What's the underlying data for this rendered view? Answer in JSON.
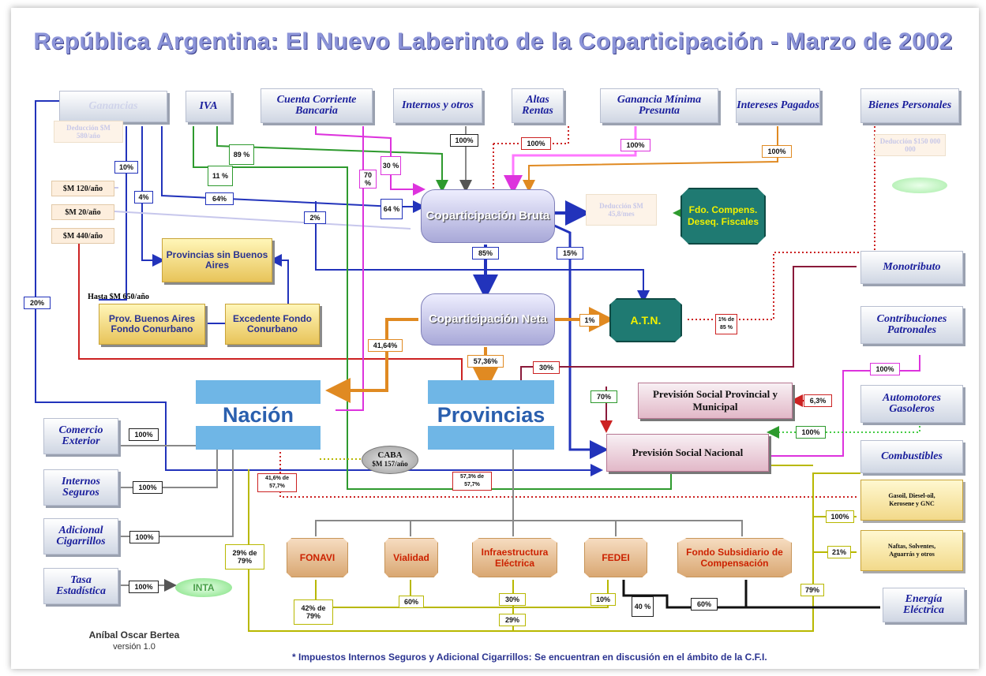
{
  "title": "República Argentina: El Nuevo Laberinto de la Coparticipación - Marzo de 2002",
  "taxes_top": {
    "ganancias": "Ganancias",
    "iva": "IVA",
    "cuenta_corriente": "Cuenta Corriente Bancaria",
    "internos": "Internos y otros",
    "altas_rentas": "Altas Rentas",
    "ganancia_minima": "Ganancia Mínima Presunta",
    "intereses": "Intereses Pagados",
    "bienes_personales": "Bienes Personales"
  },
  "ganancias_deduccion": "Deducción $M 580/año",
  "bienes_deduccion": "Deducción $150 000 000",
  "amounts_left": [
    "$M 120/año",
    "$M 20/año",
    "$M 440/año"
  ],
  "hasta": "Hasta $M 650/año",
  "right_taxes": {
    "monotributo": "Monotributo",
    "contribuciones": "Contribuciones Patronales",
    "automotores": "Automotores Gasoleros",
    "combustibles": "Combustibles",
    "energia": "Energía Eléctrica"
  },
  "left_taxes": {
    "comercio": "Comercio Exterior",
    "internos_seguros": "Internos Seguros",
    "adicional": "Adicional Cigarrillos",
    "tasa": "Tasa Estadística"
  },
  "nodes": {
    "copa_bruta": "Coparticipación Bruta",
    "copa_neta": "Coparticipación Neta",
    "deduccion_bruta": "Deducción $M 45,8/mes",
    "fdo_compens": "Fdo. Compens. Deseq. Fiscales",
    "atn": "A.T.N.",
    "prov_sin_ba": "Provincias sin Buenos Aires",
    "prov_ba": "Prov. Buenos Aires Fondo Conurbano",
    "excedente": "Excedente Fondo Conurbano",
    "nacion": "Nación",
    "provincias": "Provincias",
    "caba": "CABA",
    "caba_amt": "$M 157/año",
    "inta": "INTA",
    "prev_provincial": "Previsión Social Provincial y Municipal",
    "prev_nacional": "Previsión Social Nacional",
    "fuel_1": "Gasoil, Diesel-oil, Kerosene y GNC",
    "fuel_2": "Naftas, Solventes, Aguarrás y otros"
  },
  "funds": [
    "FONAVI",
    "Vialidad",
    "Infraestructura Eléctrica",
    "FEDEI",
    "Fondo Subsidiario de Compensación"
  ],
  "percents": {
    "p89": "89 %",
    "p11": "11 %",
    "p70": "70 %",
    "p30": "30 %",
    "p100_internos": "100%",
    "p100_altas": "100%",
    "p100_gmp": "100%",
    "p100_int": "100%",
    "p10": "10%",
    "p4": "4%",
    "p64a": "64%",
    "p2": "2%",
    "p64b": "64 %",
    "p20": "20%",
    "p85": "85%",
    "p15": "15%",
    "p1": "1%",
    "p1b": "1% de 85 %",
    "p4164": "41,64%",
    "p5736": "57,36%",
    "p30b": "30%",
    "p70b": "70%",
    "p63": "6,3%",
    "p100_contrib": "100%",
    "p100_auto": "100%",
    "p100_comercio": "100%",
    "p100_intseg": "100%",
    "p100_adic": "100%",
    "p100_tasa": "100%",
    "p416": "41,6% de 57,7%",
    "p573": "57,3% de 57,7%",
    "p29": "29% de 79%",
    "p42": "42% de 79%",
    "p60a": "60%",
    "p30c": "30%",
    "p10b": "10%",
    "p40": "40 %",
    "p60b": "60%",
    "p29b": "29%",
    "p100_comb": "100%",
    "p21": "21%",
    "p79": "79%"
  },
  "author": "Aníbal Oscar Bertea",
  "version": "versión 1.0",
  "footnote": "* Impuestos Internos Seguros y Adicional Cigarrillos: Se encuentran en discusión en el ámbito de la C.F.I.",
  "colors": {
    "title": "#8c94d8",
    "tax_text": "#1a1f9c",
    "blue_flow": "#2233bb",
    "green_flow": "#2e9a2e",
    "orange_flow": "#e08a22",
    "red_flow": "#cc2222",
    "yellow_flow": "#b8b800",
    "magenta_flow": "#dd33dd",
    "flag_blue": "#6fb6e6"
  }
}
